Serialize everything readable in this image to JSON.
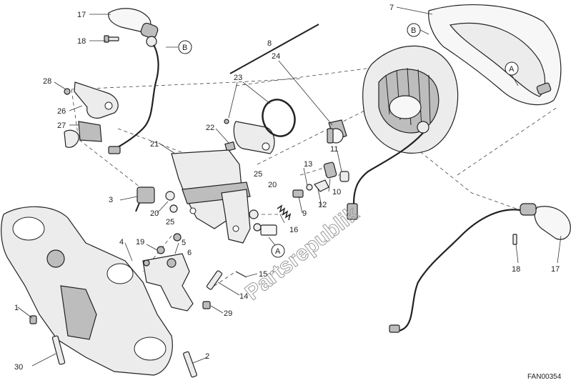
{
  "diagram": {
    "part_code": "FAN00354",
    "watermark": "Partsrepublik",
    "callouts": [
      {
        "id": "c-17-top",
        "text": "17"
      },
      {
        "id": "c-18-top",
        "text": "18"
      },
      {
        "id": "c-28",
        "text": "28"
      },
      {
        "id": "c-26",
        "text": "26"
      },
      {
        "id": "c-27",
        "text": "27"
      },
      {
        "id": "c-23",
        "text": "23"
      },
      {
        "id": "c-8",
        "text": "8"
      },
      {
        "id": "c-24",
        "text": "24"
      },
      {
        "id": "c-7",
        "text": "7"
      },
      {
        "id": "c-22",
        "text": "22"
      },
      {
        "id": "c-21",
        "text": "21"
      },
      {
        "id": "c-11",
        "text": "11"
      },
      {
        "id": "c-13",
        "text": "13"
      },
      {
        "id": "c-10",
        "text": "10"
      },
      {
        "id": "c-12",
        "text": "12"
      },
      {
        "id": "c-9",
        "text": "9"
      },
      {
        "id": "c-3",
        "text": "3"
      },
      {
        "id": "c-20-left",
        "text": "20"
      },
      {
        "id": "c-25-left",
        "text": "25"
      },
      {
        "id": "c-25-right",
        "text": "25"
      },
      {
        "id": "c-20-right",
        "text": "20"
      },
      {
        "id": "c-16",
        "text": "16"
      },
      {
        "id": "c-4",
        "text": "4"
      },
      {
        "id": "c-19",
        "text": "19"
      },
      {
        "id": "c-5",
        "text": "5"
      },
      {
        "id": "c-6",
        "text": "6"
      },
      {
        "id": "c-15",
        "text": "15"
      },
      {
        "id": "c-14",
        "text": "14"
      },
      {
        "id": "c-29",
        "text": "29"
      },
      {
        "id": "c-1",
        "text": "1"
      },
      {
        "id": "c-2",
        "text": "2"
      },
      {
        "id": "c-30",
        "text": "30"
      },
      {
        "id": "c-18-right",
        "text": "18"
      },
      {
        "id": "c-17-right",
        "text": "17"
      }
    ],
    "refs": [
      {
        "id": "ref-b-top",
        "text": "B"
      },
      {
        "id": "ref-b-cowl",
        "text": "B"
      },
      {
        "id": "ref-a-cowl",
        "text": "A"
      },
      {
        "id": "ref-a-mid",
        "text": "A"
      }
    ]
  }
}
